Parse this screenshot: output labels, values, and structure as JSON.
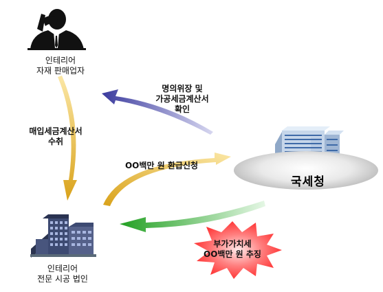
{
  "supplier": {
    "lines": [
      "인테리어",
      "자재 판매업자"
    ],
    "icon": "businessman-icon"
  },
  "contractor": {
    "lines": [
      "인테리어",
      "전문 시공 법인"
    ],
    "icon": "office-building-icon"
  },
  "nts": {
    "name": "국세청",
    "icon": "government-building-icon"
  },
  "arrows": {
    "verify": {
      "lines": [
        "명의위장 및",
        "가공세금계산서",
        "확인"
      ],
      "color": "#5a5ab8"
    },
    "receive_invoice": {
      "lines": [
        "매입세금계산서",
        "수취"
      ],
      "color": "#e8b93a"
    },
    "refund_claim": {
      "lines": [
        "OO백만 원 환급신청"
      ],
      "color": "#e8b93a"
    },
    "assessment": {
      "lines": [
        "부가가치세",
        "OO백만 원 추징"
      ],
      "color": "#3cb83c",
      "burst_color": "#ff3030"
    }
  }
}
